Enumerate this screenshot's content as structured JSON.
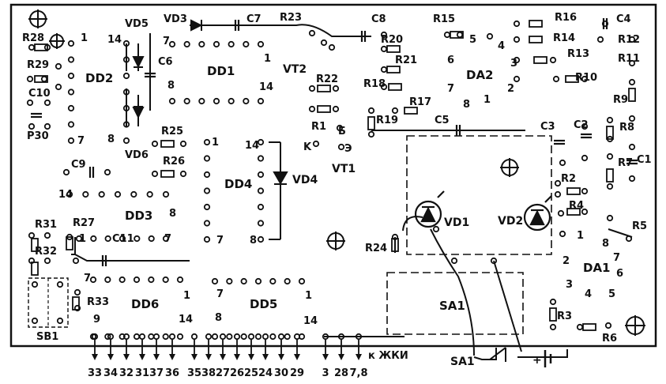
{
  "title": "",
  "chips": {
    "dd1": "DD1",
    "dd2": "DD2",
    "dd3": "DD3",
    "dd4": "DD4",
    "dd5": "DD5",
    "dd6": "DD6",
    "da1": "DA1",
    "da2": "DA2"
  },
  "transistors": {
    "vt1": "VT1",
    "vt2": "VT2"
  },
  "diodes": {
    "vd1": "VD1",
    "vd2": "VD2",
    "vd3": "VD3",
    "vd4": "VD4",
    "vd5": "VD5",
    "vd6": "VD6"
  },
  "resistors": {
    "r1": "R1",
    "r2": "R2",
    "r3": "R3",
    "r4": "R4",
    "r5": "R5",
    "r6": "R6",
    "r7": "R7",
    "r8": "R8",
    "r9": "R9",
    "r10": "R10",
    "r11": "R11",
    "r12": "R12",
    "r13": "R13",
    "r14": "R14",
    "r15": "R15",
    "r16": "R16",
    "r17": "R17",
    "r18": "R18",
    "r19": "R19",
    "r20": "R20",
    "r21": "R21",
    "r22": "R22",
    "r23": "R23",
    "r24": "R24",
    "r25": "R25",
    "r26": "R26",
    "r27": "R27",
    "r28": "R28",
    "r29": "R29",
    "r30": "P30",
    "r31": "R31",
    "r32": "R32",
    "r33": "R33"
  },
  "capacitors": {
    "c1": "C1",
    "c2": "C2",
    "c3": "C3",
    "c4": "C4",
    "c5": "C5",
    "c6": "C6",
    "c7": "C7",
    "c8": "C8",
    "c9": "C9",
    "c10": "C10",
    "c11": "C11"
  },
  "switches": {
    "sa1_block": "SA1",
    "sa1_bottom": "SA1",
    "sb1": "SB1"
  },
  "pin_numbers": {
    "dd1_7": "7",
    "dd1_1": "1",
    "dd1_8": "8",
    "dd1_14": "14",
    "dd2_1": "1",
    "dd2_14": "14",
    "dd2_7": "7",
    "dd2_8": "8",
    "dd3_14": "14",
    "dd3_8": "8",
    "dd3_1": "1",
    "dd3_7": "7",
    "dd4_1": "1",
    "dd4_14": "14",
    "dd4_7": "7",
    "dd4_8": "8",
    "dd5_7": "7",
    "dd5_1": "1",
    "dd5_8": "8",
    "dd5_14": "14",
    "dd6_7": "7",
    "dd6_1": "1",
    "dd6_9": "9",
    "dd6_14": "14",
    "da2_5": "5",
    "da2_4": "4",
    "da2_6": "6",
    "da2_3": "3",
    "da2_7": "7",
    "da2_2": "2",
    "da2_8": "8",
    "da2_1": "1",
    "da1_1": "1",
    "da1_8": "8",
    "da1_7": "7",
    "da1_2": "2",
    "da1_6": "6",
    "da1_3": "3",
    "da1_4": "4",
    "da1_5": "5"
  },
  "transistor_pins": {
    "k1": "K",
    "e1": "Э",
    "b1": "Б"
  },
  "connector_labels": [
    "33",
    "34",
    "32",
    "31",
    "37",
    "36",
    "35",
    "38",
    "27",
    "26",
    "25",
    "24",
    "30",
    "29",
    "3",
    "28",
    "7,8"
  ],
  "connector_note": "к ЖКИ",
  "battery_sign": "+"
}
